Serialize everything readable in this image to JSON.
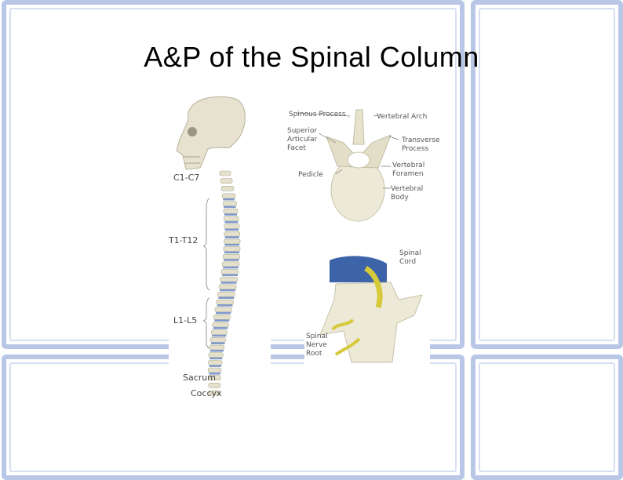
{
  "slide": {
    "title": "A&P of the Spinal Column"
  },
  "spine_labels": {
    "cervical": "C1-C7",
    "thoracic": "T1-T12",
    "lumbar": "L1-L5",
    "sacrum": "Sacrum",
    "coccyx": "Coccyx"
  },
  "vertebra_labels": {
    "spinous_process": "Spinous Process",
    "vertebral_arch": "Vertebral Arch",
    "superior_articular_facet": [
      "Superior",
      "Articular",
      "Facet"
    ],
    "transverse_process": [
      "Transverse",
      "Process"
    ],
    "pedicle": "Pedicle",
    "vertebral_foramen": [
      "Vertebral",
      "Foramen"
    ],
    "vertebral_body": [
      "Vertebral",
      "Body"
    ]
  },
  "segment_labels": {
    "spinal_cord": [
      "Spinal",
      "Cord"
    ],
    "spinal_nerve_root": [
      "Spinal",
      "Nerve",
      "Root"
    ]
  },
  "colors": {
    "frame_border": "#b9c7e6",
    "bone": "#ece9d6",
    "disc": "#7f99cc",
    "nerve": "#d6c93a"
  }
}
